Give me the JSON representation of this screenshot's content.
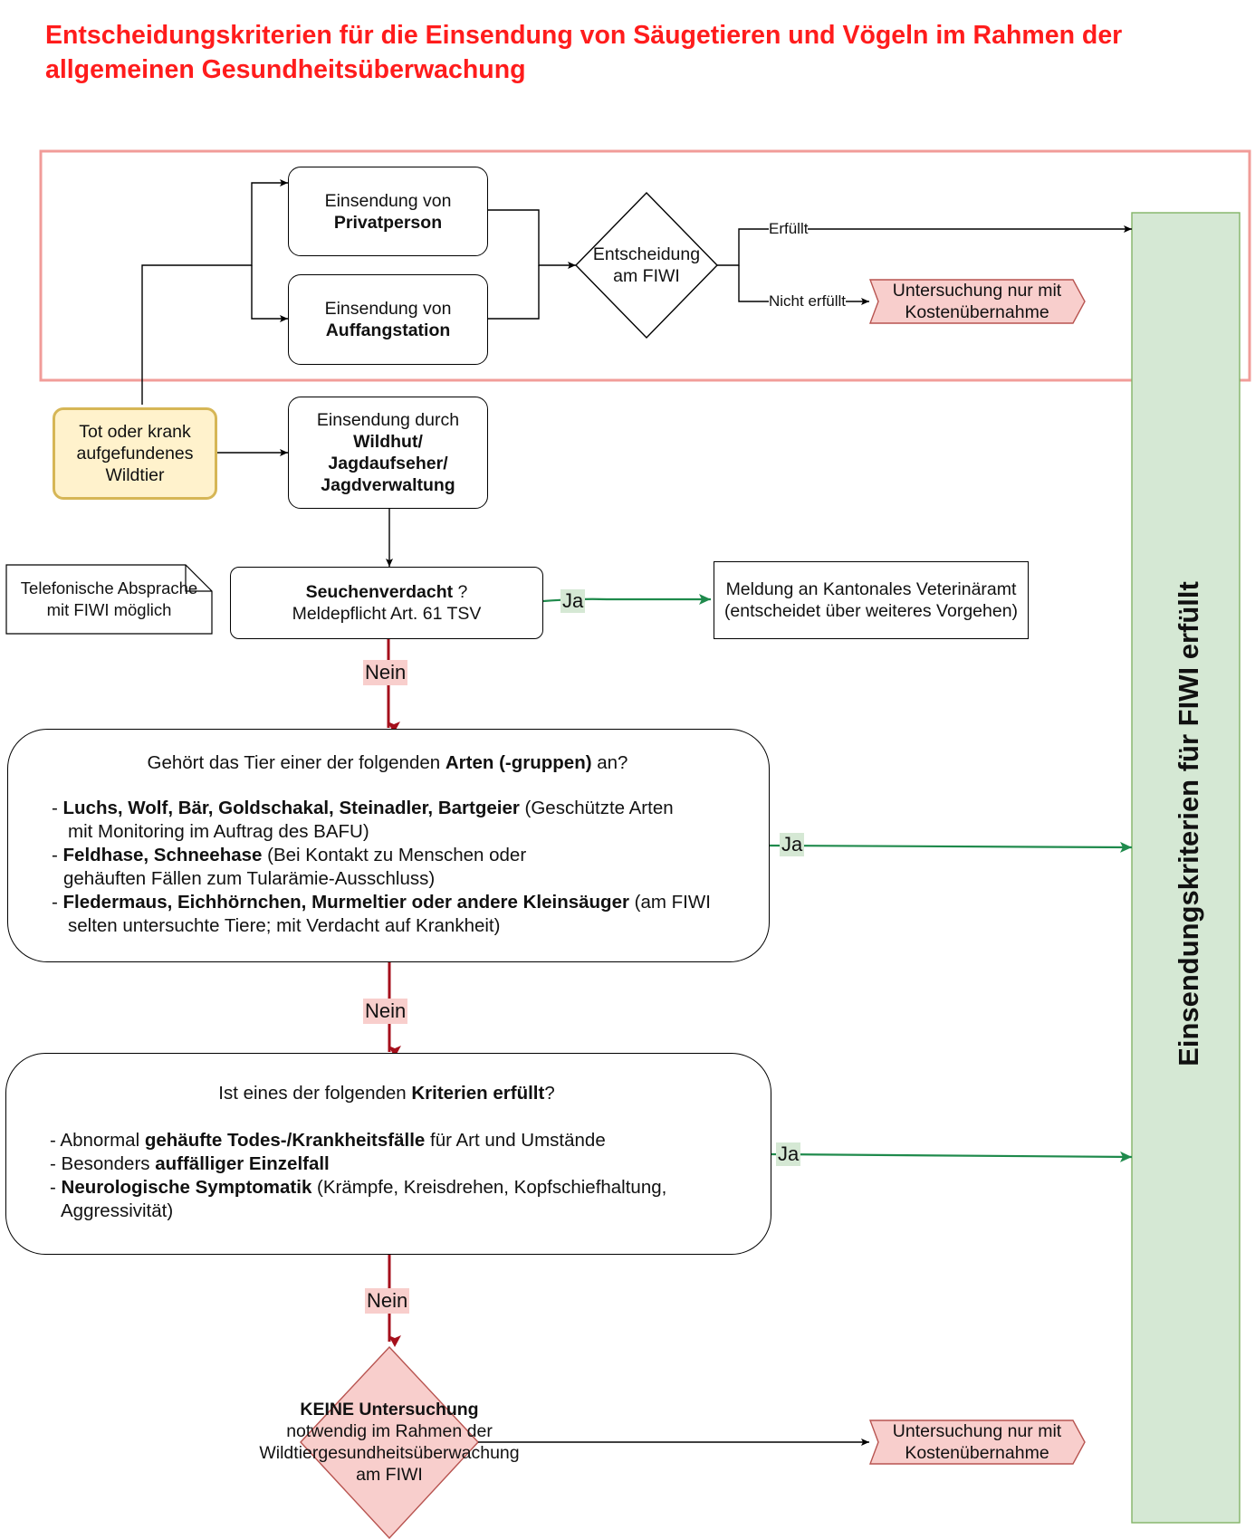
{
  "title": "Entscheidungskriterien für die Einsendung von Säugetieren und Vögeln im Rahmen der allgemeinen Gesundheitsüberwachung",
  "colors": {
    "title": "#ff1c1c",
    "red_frame": "#f19c99",
    "start_fill": "#fff2cc",
    "start_border": "#d6b656",
    "green_fill": "#d5e8d4",
    "green_border": "#82b366",
    "red_fill": "#f8cecc",
    "red_border": "#b85450",
    "green_arrow": "#1f8a4c",
    "red_arrow": "#a50f1b"
  },
  "start_node": {
    "line1": "Tot oder krank",
    "line2": "aufgefundenes",
    "line3": "Wildtier"
  },
  "privat": {
    "line1": "Einsendung von",
    "bold": "Privatperson"
  },
  "auffang": {
    "line1": "Einsendung von",
    "bold": "Auffangstation"
  },
  "decision": {
    "line1": "Entscheidung",
    "line2": "am FIWI"
  },
  "erfuellt_label": "Erfüllt",
  "nicht_erfuellt_label": "Nicht erfüllt",
  "cost_tag_top": {
    "line1": "Untersuchung nur mit",
    "line2": "Kostenübernahme"
  },
  "wildhut": {
    "line1": "Einsendung durch",
    "bold1": "Wildhut/",
    "bold2": "Jagdaufseher/",
    "bold3": "Jagdverwaltung"
  },
  "note": {
    "line1": "Telefonische Absprache",
    "line2": "mit FIWI möglich"
  },
  "seuche": {
    "bold": "Seuchenverdacht",
    "rest": " ?",
    "line2": "Meldepflicht Art. 61 TSV"
  },
  "meldung": {
    "line1": "Meldung an Kantonales Veterinäramt",
    "line2": "(entscheidet über weiteres Vorgehen)"
  },
  "ja_label": "Ja",
  "nein_label": "Nein",
  "arten": {
    "q_pre": "Gehört das Tier einer der folgenden ",
    "q_bold": "Arten (-gruppen)",
    "q_post": " an?",
    "i1_bold": "Luchs, Wolf, Bär, Goldschakal, Steinadler, Bartgeier",
    "i1_rest": " (Geschützte Arten",
    "i1_line2": "mit Monitoring im Auftrag des BAFU)",
    "i2_bold": "Feldhase, Schneehase",
    "i2_rest": " (Bei Kontakt zu Menschen oder",
    "i2_line2": "gehäuften Fällen zum Tularämie-Ausschluss)",
    "i3_bold": "Fledermaus, Eichhörnchen, Murmeltier oder andere Kleinsäuger",
    "i3_rest": " (am FIWI",
    "i3_line2": "selten untersuchte Tiere; mit Verdacht auf Krankheit)"
  },
  "kriterien": {
    "q_pre": "Ist eines der folgenden ",
    "q_bold": "Kriterien erfüllt",
    "q_post": "?",
    "i1_pre": "Abnormal ",
    "i1_bold": "gehäufte Todes-/Krankheitsfälle",
    "i1_post": " für Art und Umstände",
    "i2_pre": "Besonders ",
    "i2_bold": "auffälliger Einzelfall",
    "i3_bold": "Neurologische Symptomatik",
    "i3_rest": " (Krämpfe, Kreisdrehen, Kopfschiefhaltung,",
    "i3_line2": "Aggressivität)"
  },
  "keine": {
    "bold": "KEINE Untersuchung",
    "line2": "notwendig im Rahmen der",
    "line3": "Wildtiergesundheitsüberwachung",
    "line4": "am FIWI"
  },
  "cost_tag_bottom": {
    "line1": "Untersuchung nur mit",
    "line2": "Kostenübernahme"
  },
  "vertical_label": "Einsendungskriterien für FIWI erfüllt"
}
